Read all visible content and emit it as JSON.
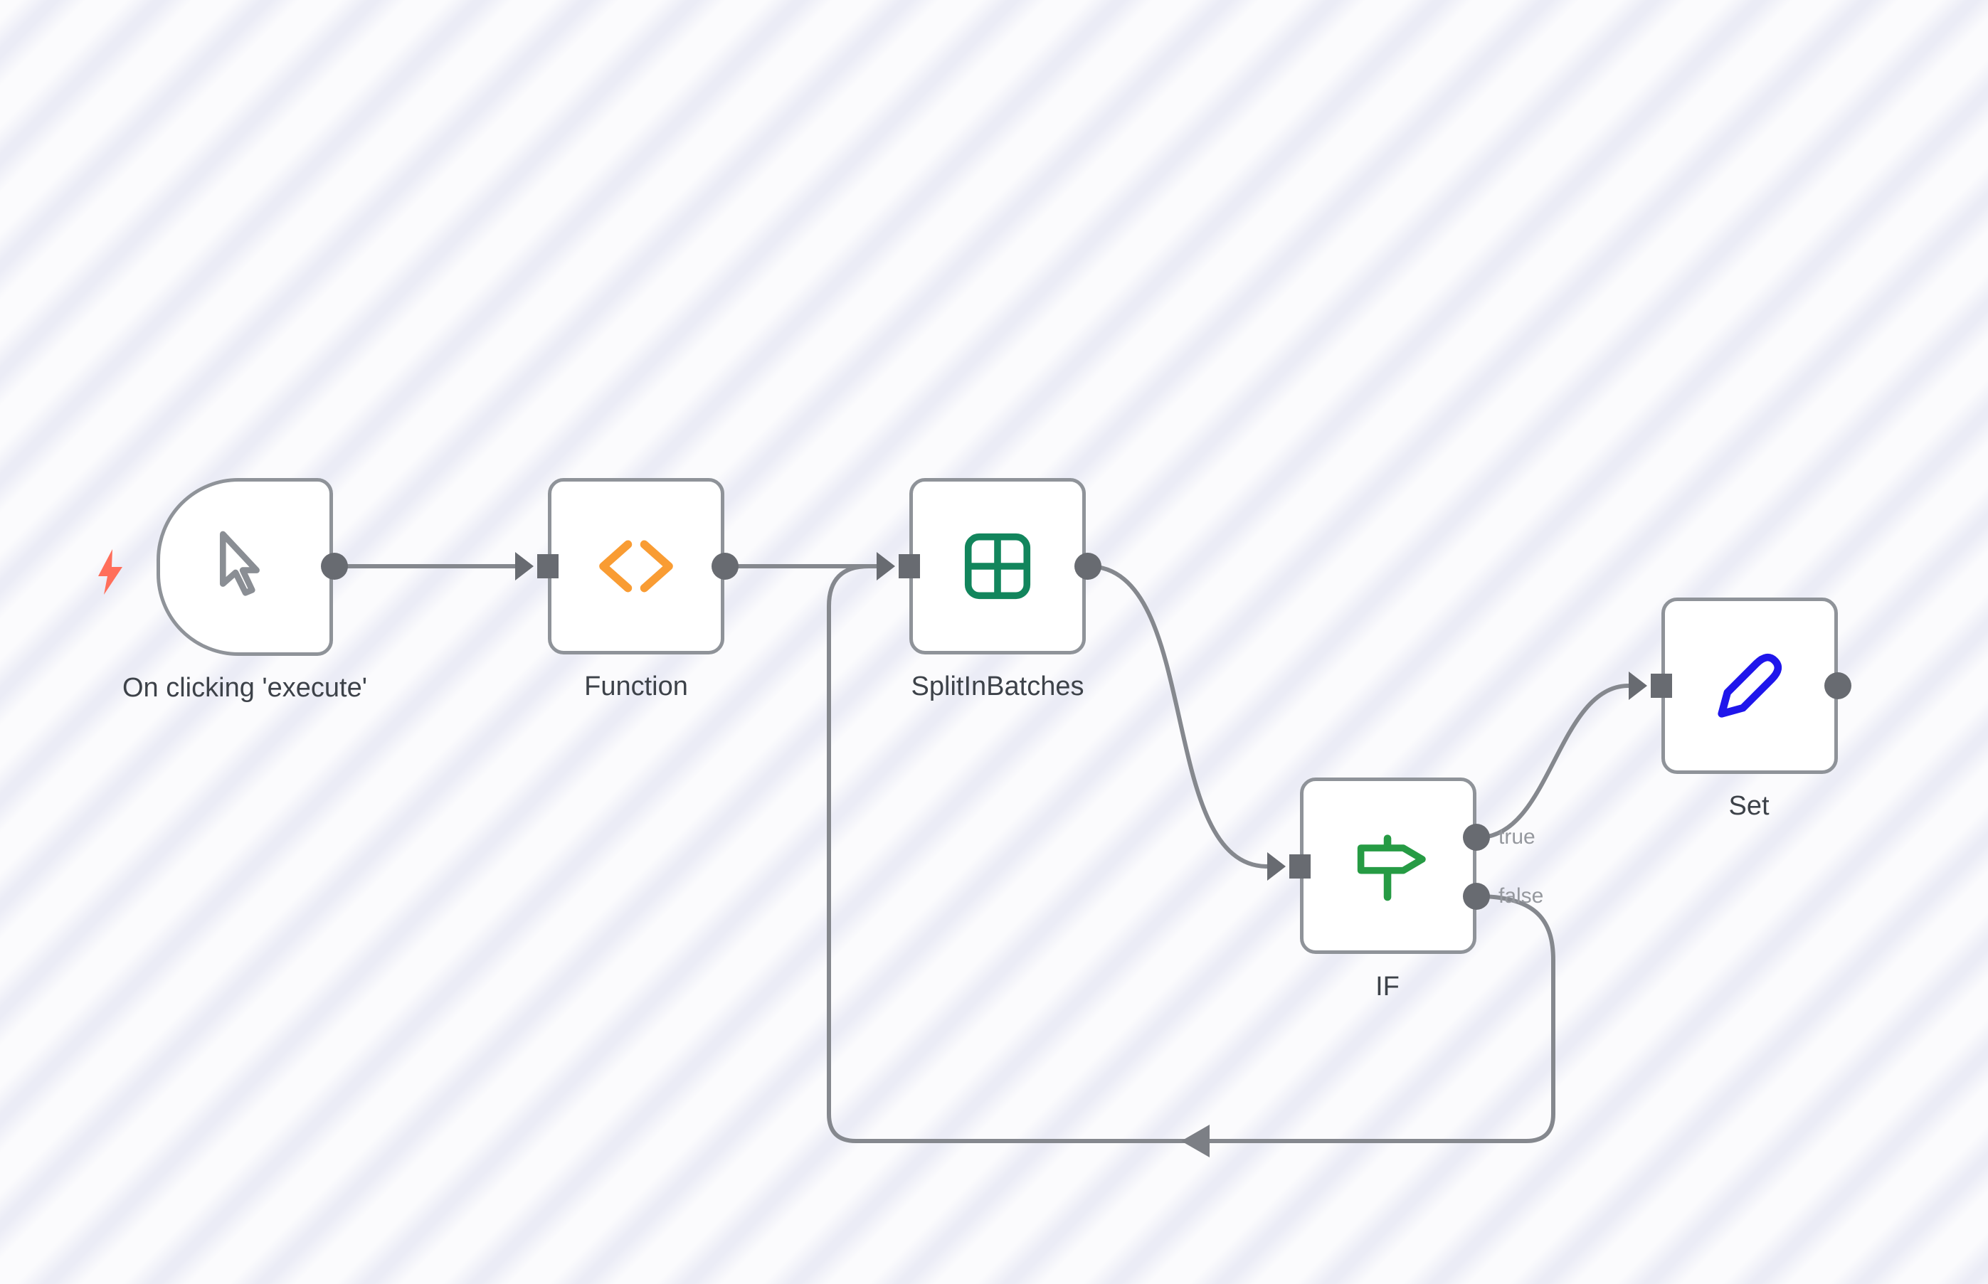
{
  "app": {
    "name": "workflow-editor-canvas"
  },
  "workflow": {
    "nodes": [
      {
        "id": "trigger",
        "label": "On clicking 'execute'",
        "icon": "mouse-cursor-icon",
        "accent": "#8a8e94"
      },
      {
        "id": "function",
        "label": "Function",
        "icon": "code-brackets-icon",
        "accent": "#f99c33"
      },
      {
        "id": "splitinbatches",
        "label": "SplitInBatches",
        "icon": "grid-icon",
        "accent": "#12855c"
      },
      {
        "id": "if",
        "label": "IF",
        "icon": "signpost-icon",
        "accent": "#269b44",
        "outputs": [
          {
            "label": "true"
          },
          {
            "label": "false"
          }
        ]
      },
      {
        "id": "set",
        "label": "Set",
        "icon": "pen-icon",
        "accent": "#1f16eb"
      }
    ],
    "connections": [
      {
        "from": "trigger",
        "to": "function"
      },
      {
        "from": "function",
        "to": "splitinbatches"
      },
      {
        "from": "splitinbatches",
        "to": "if"
      },
      {
        "from": "if",
        "output": "true",
        "to": "set"
      },
      {
        "from": "if",
        "output": "false",
        "to": "splitinbatches",
        "style": "loop-back"
      }
    ],
    "colors": {
      "connection": "#85888e",
      "endpoint": "#686b71",
      "node_border": "#8f9399",
      "node_background": "#ffffff",
      "node_label": "#3d4249",
      "output_port_label": "#95989e",
      "trigger_bolt": "#ff6e5a",
      "canvas_stripe": "#ebecf6",
      "canvas_base": "#fbfbfd"
    }
  }
}
